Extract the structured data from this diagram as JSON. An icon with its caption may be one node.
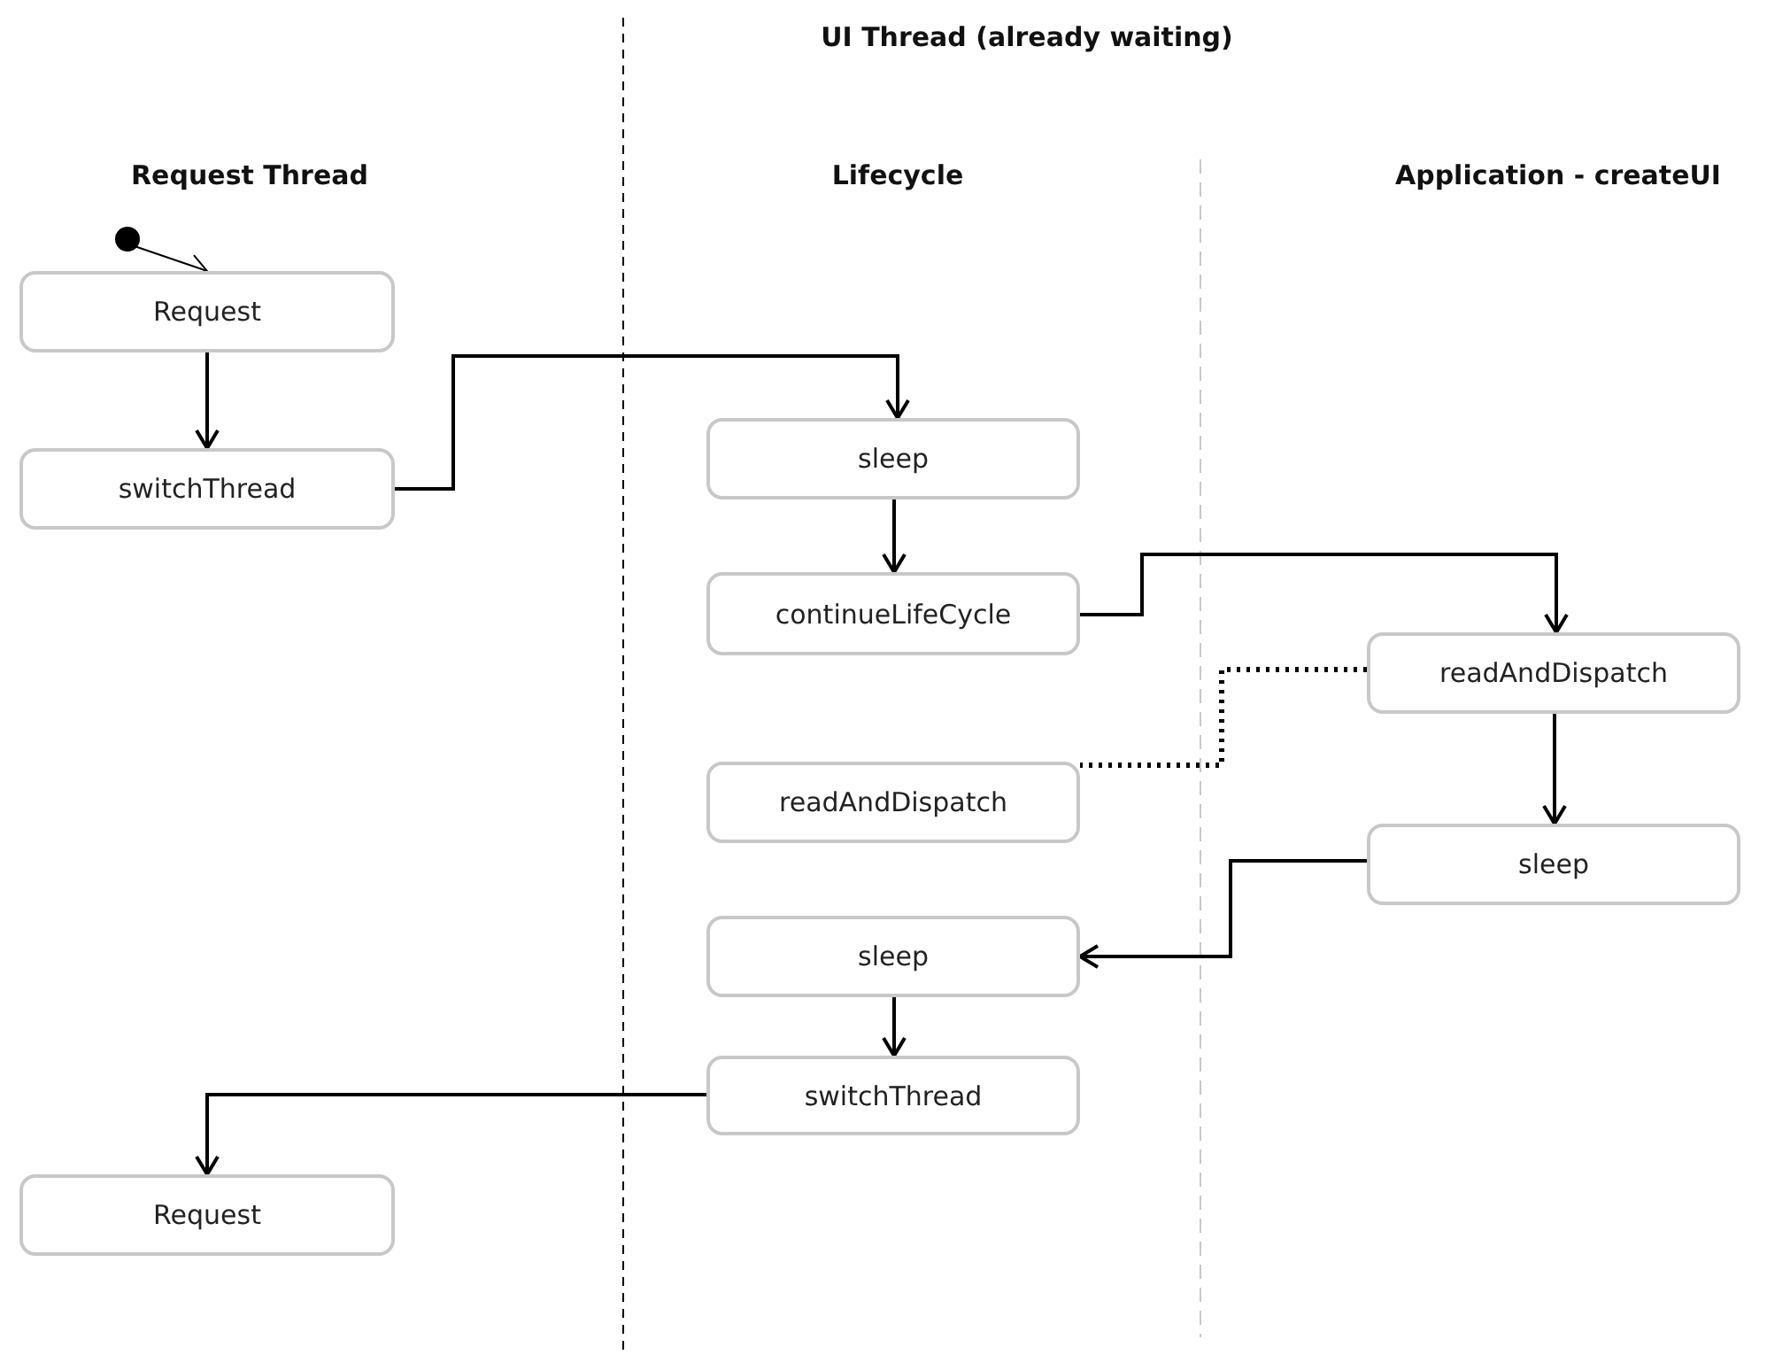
{
  "diagram": {
    "nodes": [
      {
        "text": [],
        "shape": "circle"
      },
      {
        "text": [
          "Request"
        ]
      },
      {
        "text": [
          "switchThread"
        ]
      },
      {
        "text": [
          "sleep"
        ]
      },
      {
        "text": [
          "continueLifeCycle"
        ]
      },
      {
        "text": [
          "readAndDispatch"
        ]
      },
      {
        "text": [
          "readAndDispatch"
        ]
      },
      {
        "text": [
          "sleep"
        ]
      },
      {
        "text": [
          "sleep"
        ]
      },
      {
        "text": [
          "switchThread"
        ]
      },
      {
        "text": [
          "Request"
        ]
      }
    ],
    "edges": [
      {
        "from": 0,
        "to": 1,
        "arrow": "to"
      },
      {
        "from": 1,
        "to": 2,
        "arrow": "to"
      },
      {
        "from": 2,
        "to": 3,
        "arrow": "to"
      },
      {
        "from": 3,
        "to": 4,
        "arrow": "to"
      },
      {
        "from": 4,
        "to": 5,
        "arrow": "to"
      },
      {
        "from": 5,
        "to": 6,
        "arrow": "none",
        "style": "dashed"
      },
      {
        "from": 5,
        "to": 7,
        "arrow": "to"
      },
      {
        "from": 7,
        "to": 8,
        "arrow": "to"
      },
      {
        "from": 8,
        "to": 9,
        "arrow": "to"
      },
      {
        "from": 9,
        "to": 10,
        "arrow": "to"
      }
    ],
    "labels": [
      "UI Thread (already waiting)",
      "Request Thread",
      "Lifecycle",
      "Application - createUI"
    ]
  }
}
